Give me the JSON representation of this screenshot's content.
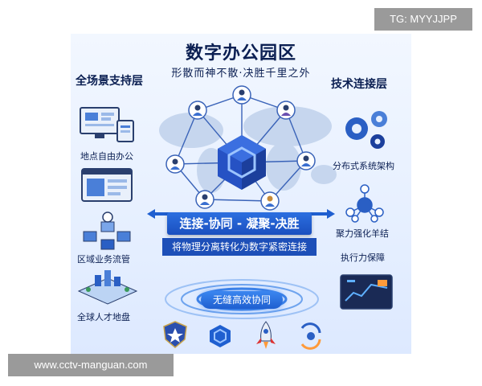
{
  "tag_top": "TG: MYYJJPP",
  "tag_bottom": "www.cctv-manguan.com",
  "poster": {
    "title": "数字办公园区",
    "subtitle": "形散而神不散·决胜千里之外",
    "left_title": "全场景支持层",
    "right_title": "技术连接层",
    "left_items": [
      "地点自由办公",
      "区域业务流管",
      "全球人才地盘"
    ],
    "right_items": [
      "分布式系统架构",
      "聚力强化羊结",
      "执行力保障"
    ],
    "banner": "连接-协同 - 凝聚-决胜",
    "sub_banner": "将物理分离转化为数字紧密连接",
    "pill": "无缝高效协同"
  }
}
